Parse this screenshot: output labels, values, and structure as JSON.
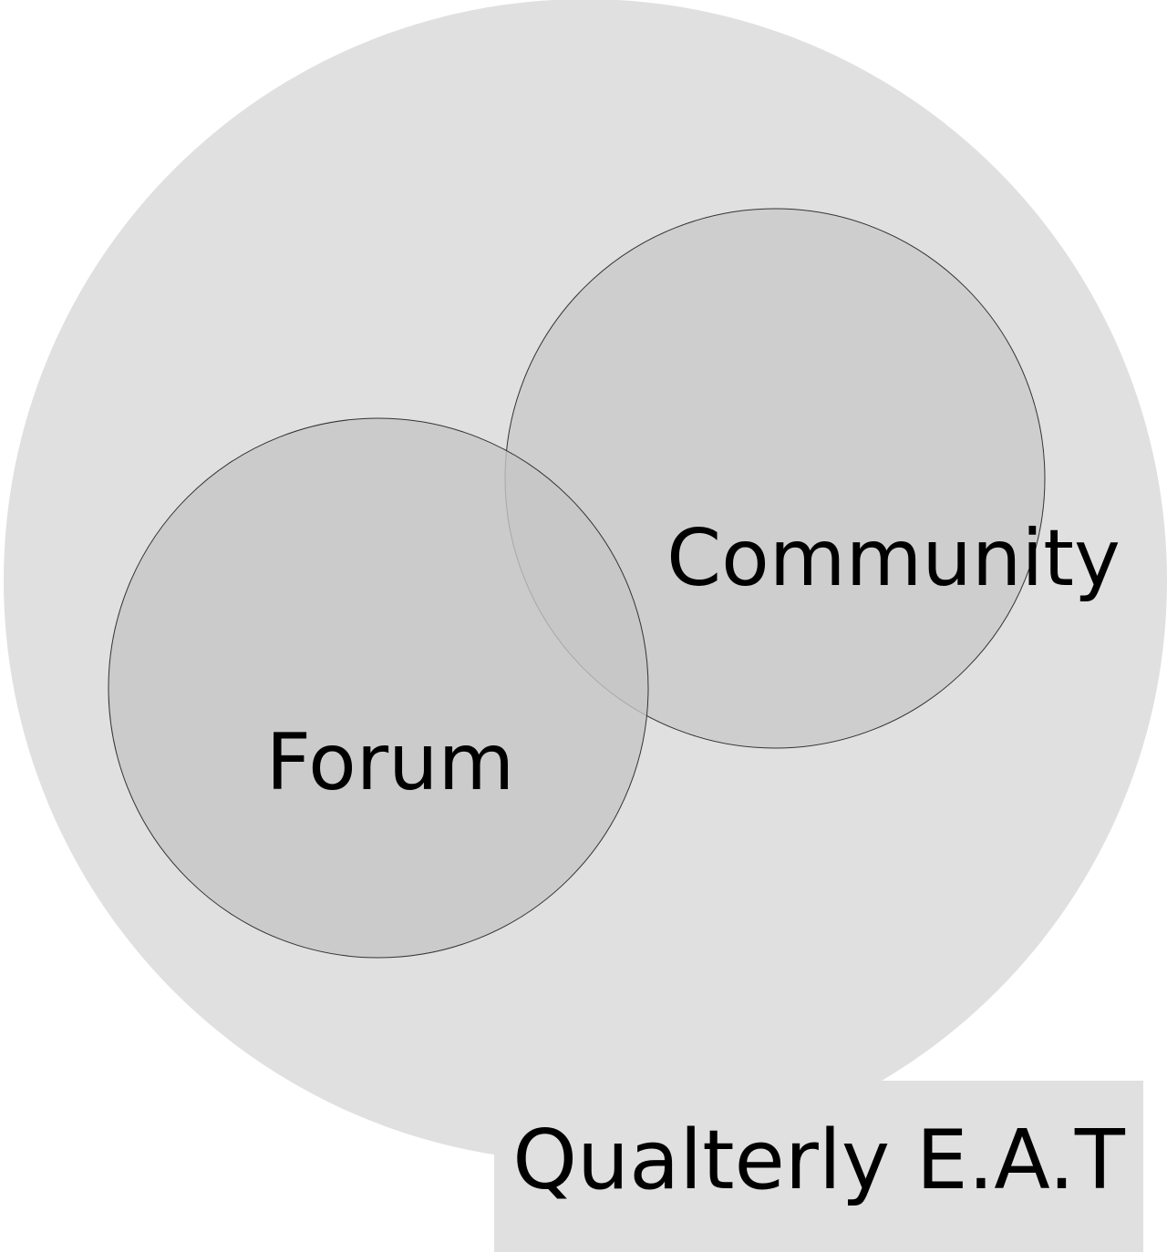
{
  "diagram": {
    "outer": {
      "label": "Qualterly E.A.T",
      "fill": "#e0e0e0",
      "label_box_fill": "#e0e0e0"
    },
    "circles": [
      {
        "label": "Community",
        "fill": "#cccccc",
        "stroke": "#333333"
      },
      {
        "label": "Forum",
        "fill": "#c5c5c5",
        "stroke": "#333333"
      }
    ]
  }
}
